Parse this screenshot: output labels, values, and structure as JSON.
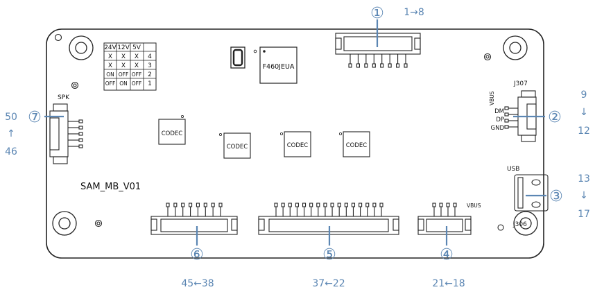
{
  "board": {
    "name": "SAM_MB_V01",
    "mcu": "F460JEUA",
    "codec": "CODEC",
    "labels": {
      "spk": "SPK",
      "j307": "J307",
      "usb": "USB",
      "j306": "J306",
      "vbus_bottom": "VBUS"
    },
    "usb_pins": [
      "VBUS",
      "DM",
      "DP",
      "GND"
    ],
    "voltage_table": {
      "headers": [
        "24V",
        "12V",
        "5V",
        ""
      ],
      "rows": [
        [
          "X",
          "X",
          "X",
          "4"
        ],
        [
          "X",
          "X",
          "X",
          "3"
        ],
        [
          "ON",
          "OFF",
          "OFF",
          "2"
        ],
        [
          "OFF",
          "ON",
          "OFF",
          "1"
        ]
      ]
    }
  },
  "callouts": {
    "c1": "①",
    "c2": "②",
    "c3": "③",
    "c4": "④",
    "c5": "⑤",
    "c6": "⑥",
    "c7": "⑦"
  },
  "ranges": {
    "r1": "1→8",
    "r2_top": "9",
    "r2_arrow": "↓",
    "r2_bottom": "12",
    "r3_top": "13",
    "r3_arrow": "↓",
    "r3_bottom": "17",
    "r4": "21←18",
    "r5": "37←22",
    "r6": "45←38",
    "r7_top": "50",
    "r7_arrow": "↑",
    "r7_bottom": "46"
  },
  "colors": {
    "outline": "#222222",
    "callout": "#5b86b3"
  }
}
